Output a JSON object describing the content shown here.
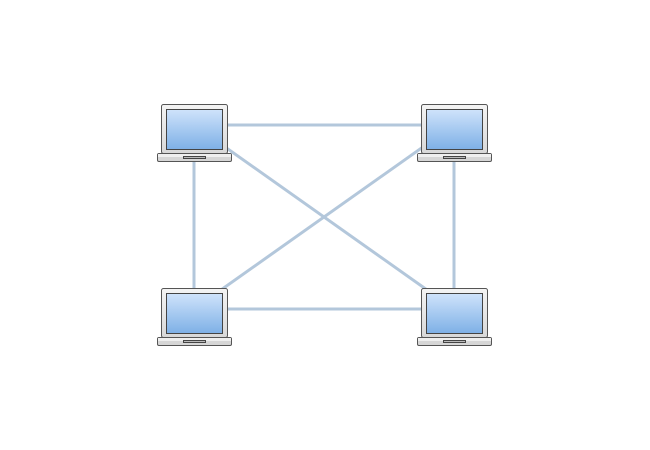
{
  "diagram": {
    "type": "mesh-network",
    "nodes": [
      {
        "id": "laptop-top-left",
        "icon": "laptop-icon"
      },
      {
        "id": "laptop-top-right",
        "icon": "laptop-icon"
      },
      {
        "id": "laptop-bottom-left",
        "icon": "laptop-icon"
      },
      {
        "id": "laptop-bottom-right",
        "icon": "laptop-icon"
      }
    ],
    "links": [
      [
        "laptop-top-left",
        "laptop-top-right"
      ],
      [
        "laptop-bottom-left",
        "laptop-bottom-right"
      ],
      [
        "laptop-top-left",
        "laptop-bottom-left"
      ],
      [
        "laptop-top-right",
        "laptop-bottom-right"
      ],
      [
        "laptop-top-left",
        "laptop-bottom-right"
      ],
      [
        "laptop-top-right",
        "laptop-bottom-left"
      ]
    ],
    "colors": {
      "link": "#b3c7db",
      "screen_top": "#cfe3fb",
      "screen_bottom": "#7eb0e6",
      "body": "#e4e4e4",
      "outline": "#555555"
    }
  }
}
